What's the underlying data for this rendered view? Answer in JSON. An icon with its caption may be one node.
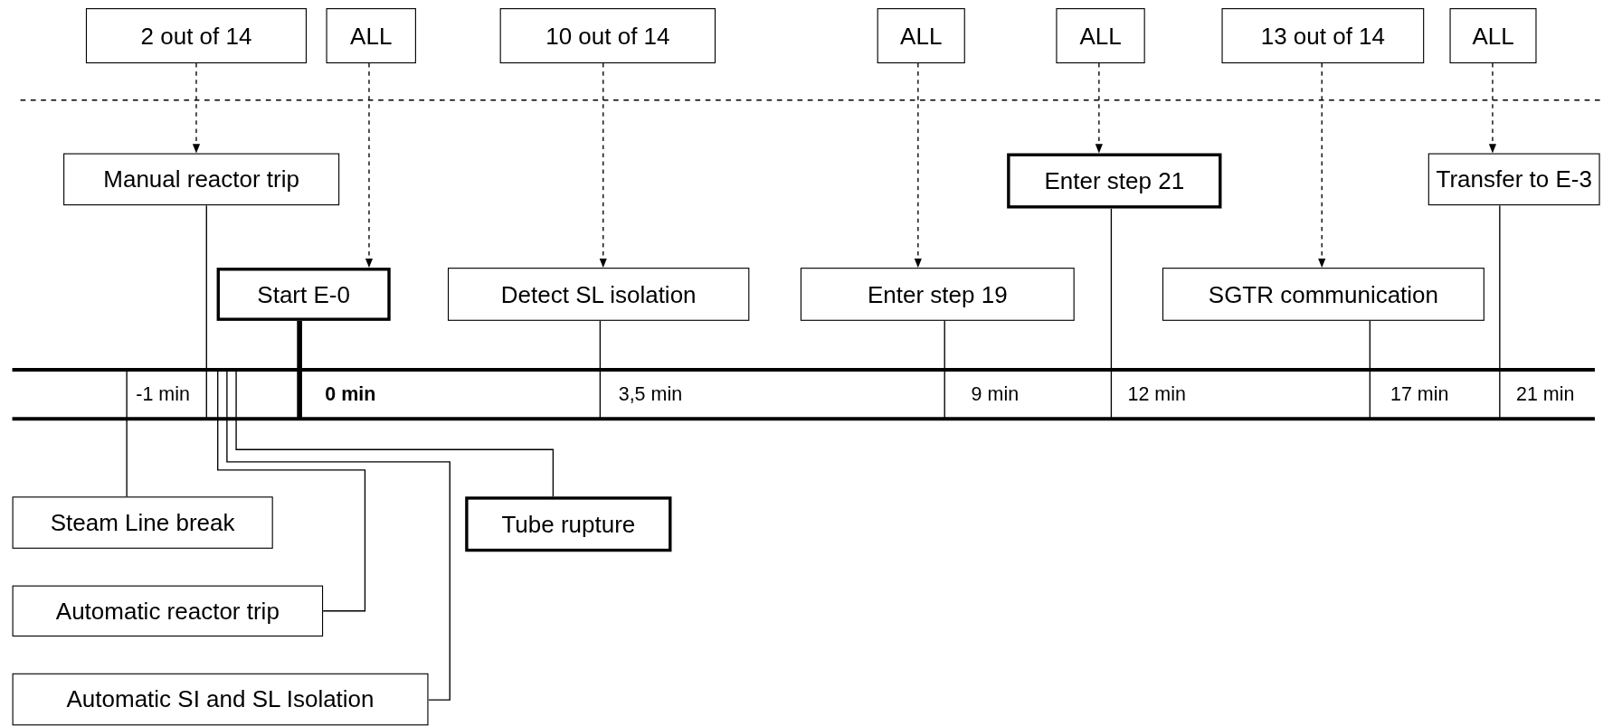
{
  "diagram": {
    "nodes": [
      {
        "text": [
          "2 out of 14"
        ]
      },
      {
        "text": [
          "ALL"
        ]
      },
      {
        "text": [
          "10 out of 14"
        ]
      },
      {
        "text": [
          "ALL"
        ]
      },
      {
        "text": [
          "ALL"
        ]
      },
      {
        "text": [
          "13 out of 14"
        ]
      },
      {
        "text": [
          "ALL"
        ]
      },
      {
        "text": [
          "Manual reactor trip"
        ]
      },
      {
        "text": [
          "Enter step 21"
        ]
      },
      {
        "text": [
          "Transfer to E-3"
        ]
      },
      {
        "text": [
          "Start E-0"
        ]
      },
      {
        "text": [
          "Detect SL isolation"
        ]
      },
      {
        "text": [
          "Enter step 19"
        ]
      },
      {
        "text": [
          "SGTR communication"
        ]
      },
      {
        "text": [
          "Steam Line break"
        ]
      },
      {
        "text": [
          "Tube rupture"
        ]
      },
      {
        "text": [
          "Automatic reactor trip"
        ]
      },
      {
        "text": [
          "Automatic SI and SL Isolation"
        ]
      }
    ],
    "edges": [
      {
        "from": 0,
        "to": 7,
        "arrow": "to",
        "style": "dashed"
      },
      {
        "from": 1,
        "to": 10,
        "arrow": "to",
        "style": "dashed"
      },
      {
        "from": 2,
        "to": 11,
        "arrow": "to",
        "style": "dashed"
      },
      {
        "from": 3,
        "to": 12,
        "arrow": "to",
        "style": "dashed"
      },
      {
        "from": 4,
        "to": 8,
        "arrow": "to",
        "style": "dashed"
      },
      {
        "from": 5,
        "to": 13,
        "arrow": "to",
        "style": "dashed"
      },
      {
        "from": 6,
        "to": 9,
        "arrow": "to",
        "style": "dashed"
      },
      {
        "from": 7,
        "to": null,
        "arrow": "none"
      },
      {
        "from": 8,
        "to": null,
        "arrow": "none"
      },
      {
        "from": 9,
        "to": null,
        "arrow": "none"
      },
      {
        "from": 10,
        "to": null,
        "arrow": "none",
        "style": "thick"
      },
      {
        "from": 11,
        "to": null,
        "arrow": "none"
      },
      {
        "from": 12,
        "to": null,
        "arrow": "none"
      },
      {
        "from": 13,
        "to": null,
        "arrow": "none"
      },
      {
        "from": 14,
        "to": null,
        "arrow": "none"
      },
      {
        "from": 15,
        "to": null,
        "arrow": "none"
      },
      {
        "from": 16,
        "to": null,
        "arrow": "none"
      },
      {
        "from": 17,
        "to": null,
        "arrow": "none"
      }
    ],
    "labels": [
      "-1 min",
      "0 min",
      "3,5 min",
      "9 min",
      "12 min",
      "17 min",
      "21 min"
    ]
  }
}
